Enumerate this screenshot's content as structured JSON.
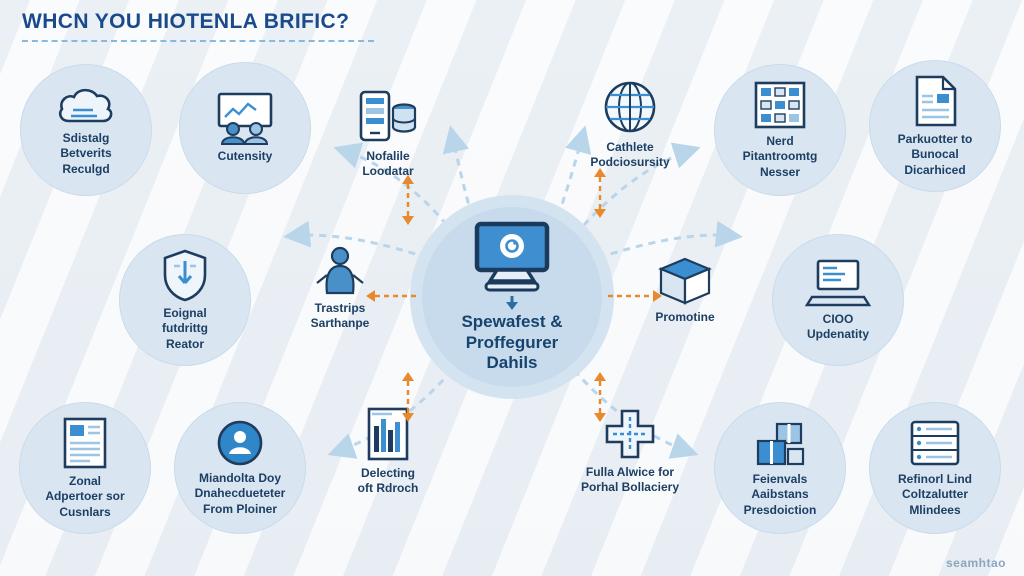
{
  "title": "WHCN YOU HIOTENLA BRIFIC?",
  "watermark": "seamhtao",
  "colors": {
    "navy": "#1c3f63",
    "blue": "#2f86c8",
    "circle_fill": "#d9e6f2",
    "orange": "#e8892b",
    "connector": "#b9d5ea",
    "title_blue": "#1a4a8c"
  },
  "center": {
    "icon": "monitor-icon",
    "label": "Spewafest &\nProffegurer\nDahils"
  },
  "nodes": [
    {
      "icon": "cloud-icon",
      "label": "Sdistalg\nBetverits\nReculgd"
    },
    {
      "icon": "team-monitor-icon",
      "label": "Cutensity"
    },
    {
      "icon": "mobile-database-icon",
      "label": "Nofalile\nLoodatar"
    },
    {
      "icon": "globe-icon",
      "label": "Cathlete\nPodciosursity"
    },
    {
      "icon": "building-grid-icon",
      "label": "Nerd\nPitantroomtg\nNesser"
    },
    {
      "icon": "document-icon",
      "label": "Parkuotter to\nBunocal\nDicarhiced"
    },
    {
      "icon": "shield-icon",
      "label": "Eoignal\nfutdrittg\nReator"
    },
    {
      "icon": "person-icon",
      "label": "Trastrips\nSarthanpe"
    },
    {
      "icon": "cube-icon",
      "label": "Promotine"
    },
    {
      "icon": "laptop-icon",
      "label": "CIOO\nUpdenatity"
    },
    {
      "icon": "newspaper-icon",
      "label": "Zonal\nAdpertoer sor\nCusnlars"
    },
    {
      "icon": "badge-circle-icon",
      "label": "Miandolta Doy\nDnahecdueteter\nFrom Ploiner"
    },
    {
      "icon": "chart-document-icon",
      "label": "Delecting\noft Rdroch"
    },
    {
      "icon": "medical-cross-icon",
      "label": "Fulla Alwice for\nPorhal Bollaciery"
    },
    {
      "icon": "stacked-boxes-icon",
      "label": "Feienvals\nAaibstans\nPresdoiction"
    },
    {
      "icon": "server-icon",
      "label": "Refinorl Lind\nColtzalutter\nMlindees"
    }
  ]
}
